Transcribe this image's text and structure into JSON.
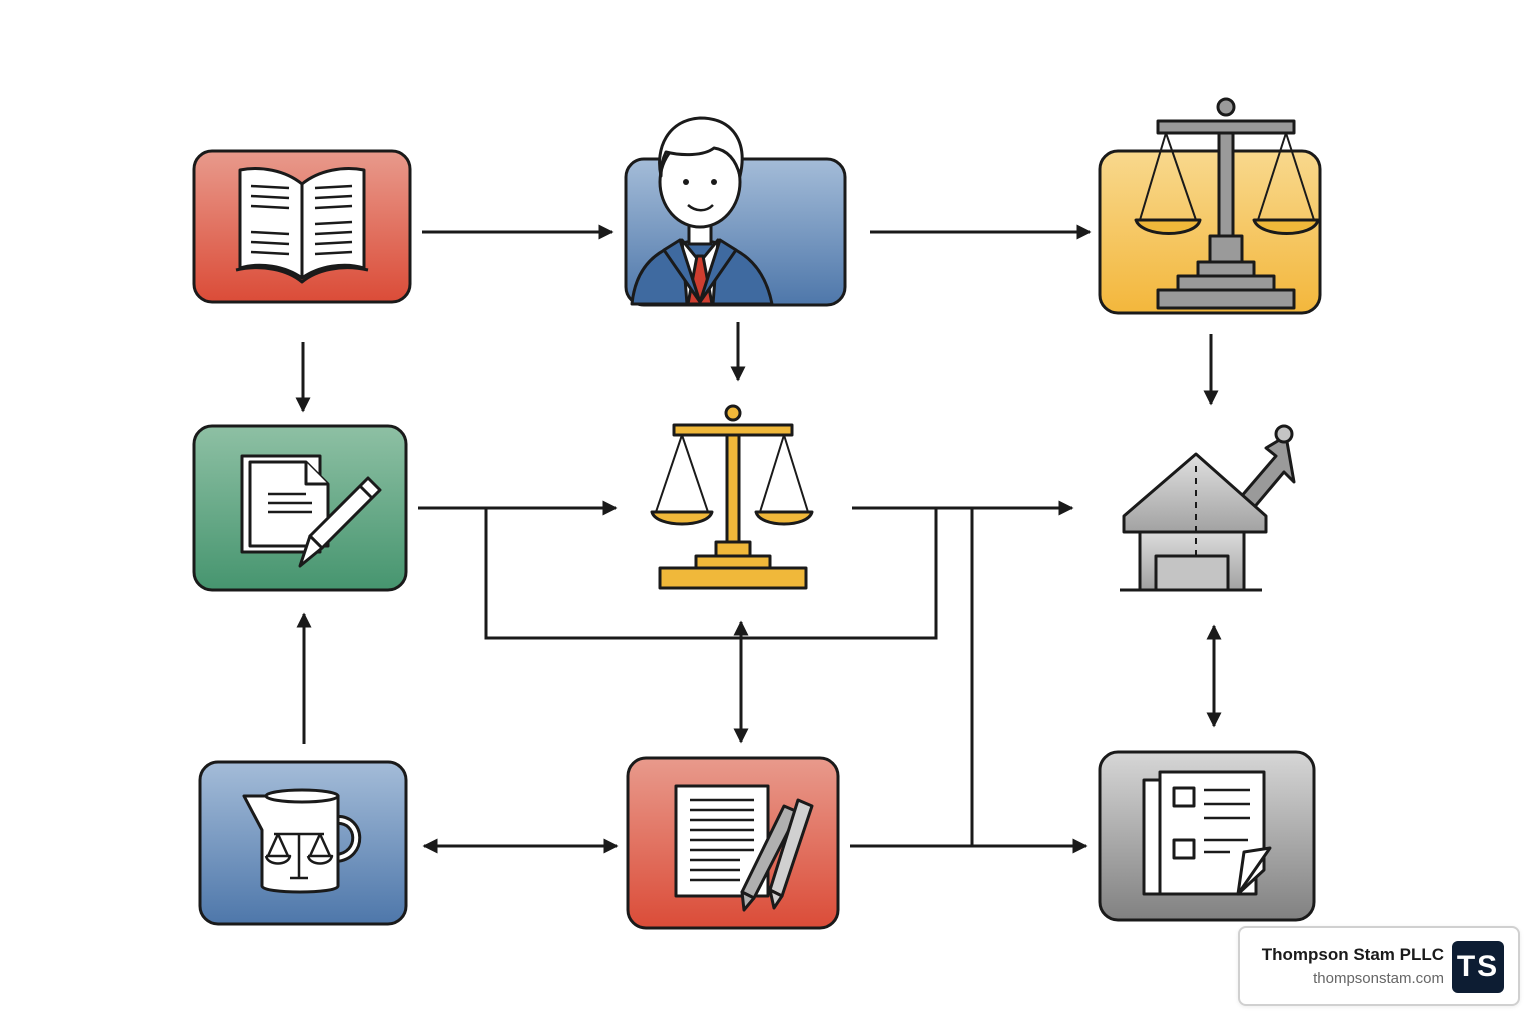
{
  "brand": {
    "name": "Thompson Stam PLLC",
    "url": "thompsonstam.com",
    "logo_text": "TS",
    "logo_color": "#0d1d33"
  },
  "diagram": {
    "nodes": [
      {
        "id": "book",
        "icon": "open-book-icon",
        "tile_color": "#e05a45"
      },
      {
        "id": "lawyer",
        "icon": "lawyer-avatar-icon",
        "tile_color": "#5b82b3"
      },
      {
        "id": "scales-large",
        "icon": "scales-of-justice-icon",
        "tile_color": "#f5c04f"
      },
      {
        "id": "document-edit",
        "icon": "document-pen-icon",
        "tile_color": "#4e9c78"
      },
      {
        "id": "scales-center",
        "icon": "scales-of-justice-icon",
        "tile_color": "none"
      },
      {
        "id": "house",
        "icon": "house-with-arrow-icon",
        "tile_color": "none"
      },
      {
        "id": "mug",
        "icon": "mug-scales-icon",
        "tile_color": "#5b82b3"
      },
      {
        "id": "contract",
        "icon": "document-pens-icon",
        "tile_color": "#e05a45"
      },
      {
        "id": "checklist",
        "icon": "checklist-document-icon",
        "tile_color": "#8c8c8c"
      }
    ],
    "edges": [
      {
        "from": "book",
        "to": "lawyer",
        "direction": "one-way"
      },
      {
        "from": "lawyer",
        "to": "scales-large",
        "direction": "one-way"
      },
      {
        "from": "book",
        "to": "document-edit",
        "direction": "one-way"
      },
      {
        "from": "lawyer",
        "to": "scales-center",
        "direction": "one-way"
      },
      {
        "from": "scales-large",
        "to": "house",
        "direction": "one-way"
      },
      {
        "from": "document-edit",
        "to": "scales-center",
        "direction": "one-way"
      },
      {
        "from": "scales-center",
        "to": "house",
        "direction": "one-way"
      },
      {
        "from": "mug",
        "to": "document-edit",
        "direction": "one-way"
      },
      {
        "from": "scales-center",
        "to": "contract",
        "direction": "two-way"
      },
      {
        "from": "house",
        "to": "checklist",
        "direction": "two-way"
      },
      {
        "from": "mug",
        "to": "contract",
        "direction": "two-way"
      },
      {
        "from": "contract",
        "to": "checklist",
        "direction": "one-way"
      }
    ]
  }
}
